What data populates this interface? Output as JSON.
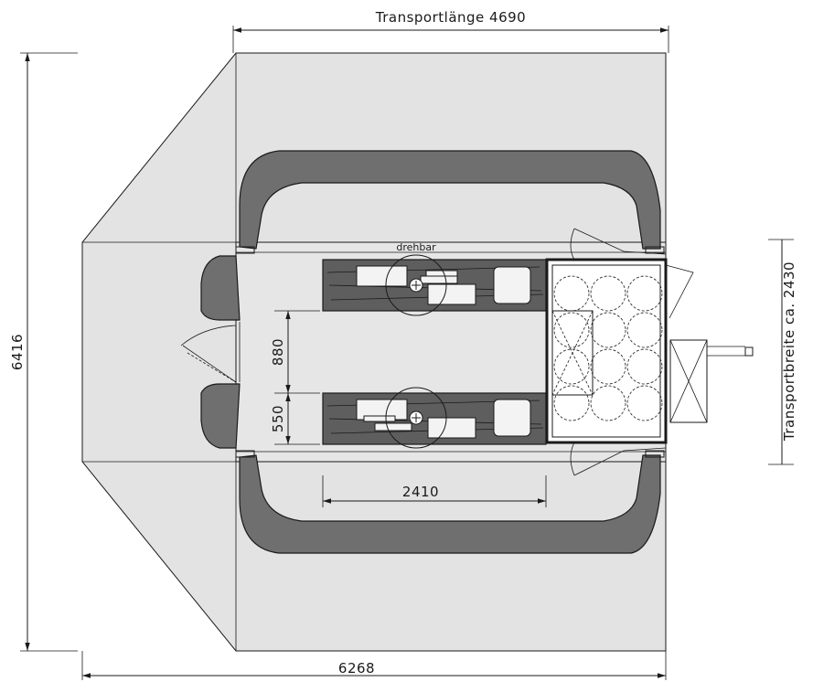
{
  "dimensions": {
    "transport_length": "Transportlänge 4690",
    "total_width": "6268",
    "total_depth": "6416",
    "transport_width": "Transportbreite ca. 2430",
    "gap_880": "880",
    "gap_550": "550",
    "counter_length": "2410"
  },
  "labels": {
    "rotatable": "drehbar"
  },
  "colors": {
    "panel_fill": "#e3e3e3",
    "beam_fill": "#6f6f6f",
    "line": "#1a1a1a"
  }
}
